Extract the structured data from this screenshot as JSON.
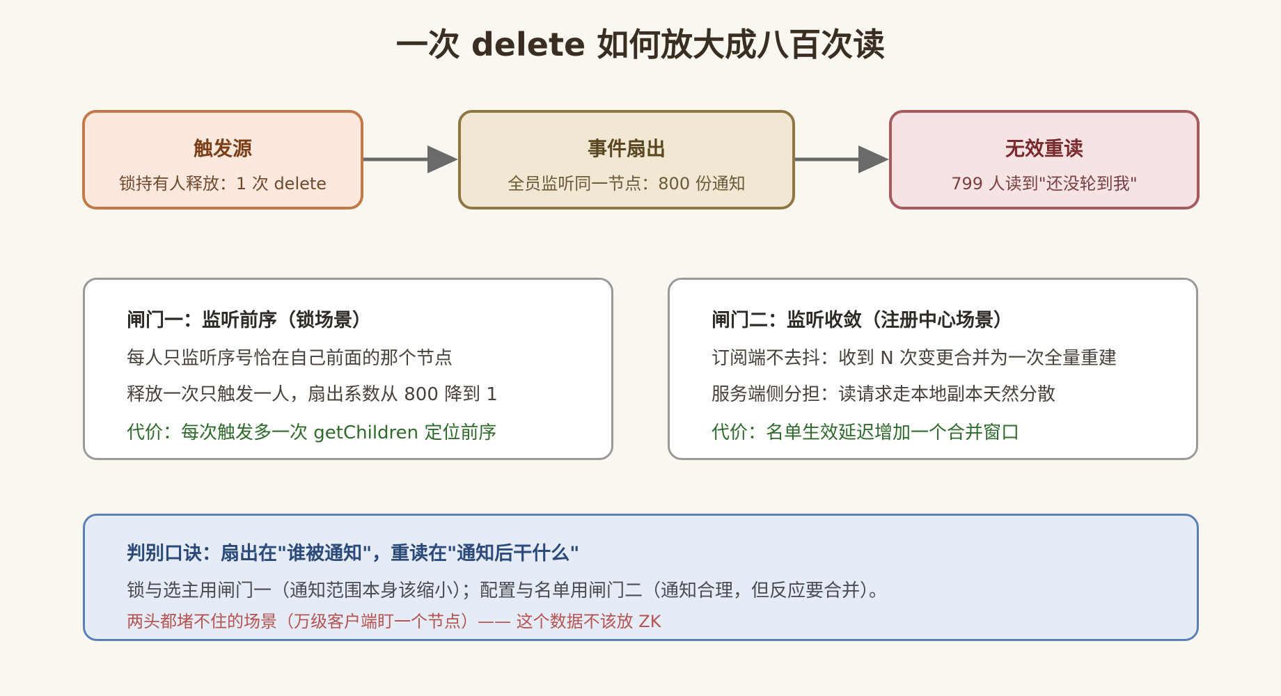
{
  "title": "一次 delete 如何放大成八百次读",
  "flow": {
    "source": {
      "title": "触发源",
      "subtitle": "锁持有人释放：1 次 delete"
    },
    "fanout": {
      "title": "事件扇出",
      "subtitle": "全员监听同一节点：800 份通知"
    },
    "reread": {
      "title": "无效重读",
      "subtitle": "799 人读到\"还没轮到我\""
    }
  },
  "gates": [
    {
      "title": "闸门一：监听前序（锁场景）",
      "lines": [
        "每人只监听序号恰在自己前面的那个节点",
        "释放一次只触发一人，扇出系数从 800 降到 1"
      ],
      "cost": "代价：每次触发多一次 getChildren 定位前序"
    },
    {
      "title": "闸门二：监听收敛（注册中心场景）",
      "lines": [
        "订阅端不去抖：收到 N 次变更合并为一次全量重建",
        "服务端侧分担：读请求走本地副本天然分散"
      ],
      "cost": "代价：名单生效延迟增加一个合并窗口"
    }
  ],
  "rule": {
    "title": "判别口诀：扇出在\"谁被通知\"，重读在\"通知后干什么\"",
    "line": "锁与选主用闸门一（通知范围本身该缩小）；配置与名单用闸门二（通知合理，但反应要合并）。",
    "warning": "两头都堵不住的场景（万级客户端盯一个节点）—— 这个数据不该放 ZK"
  },
  "colors": {
    "source_border": "#c07a48",
    "fanout_border": "#8f7643",
    "reread_border": "#a55a5d",
    "rule_border": "#5b7fb3",
    "cost_text": "#2f6a2c",
    "warning_text": "#b35452",
    "arrow": "#6a6a6a"
  }
}
